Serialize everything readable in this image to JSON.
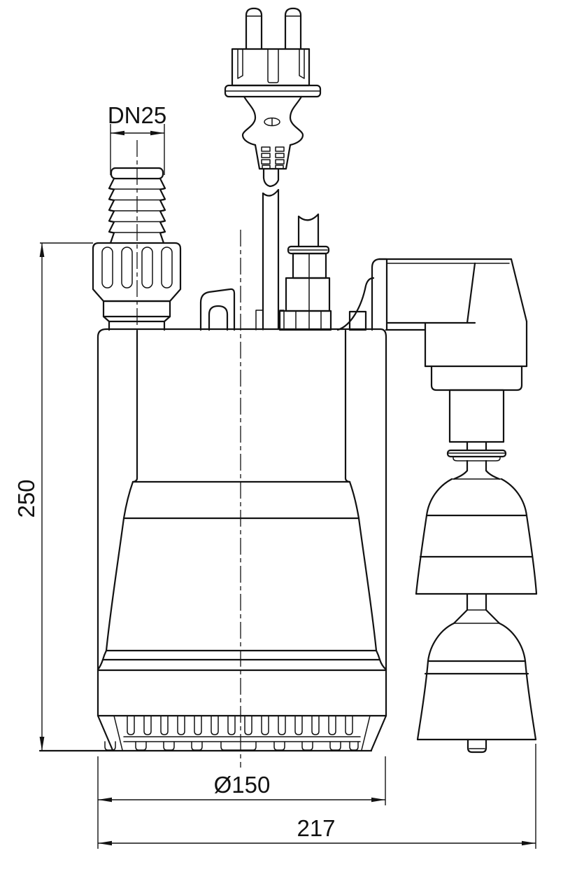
{
  "drawing": {
    "kind": "technical dimensional drawing",
    "subject": "submersible drainage pump with power plug and float switch, front elevation",
    "colors": {
      "ink": "#121212",
      "background": "#ffffff"
    },
    "dimensions": {
      "outlet_label": "DN25",
      "height_label": "250",
      "diameter_label": "Ø150",
      "overall_width_label": "217"
    }
  }
}
